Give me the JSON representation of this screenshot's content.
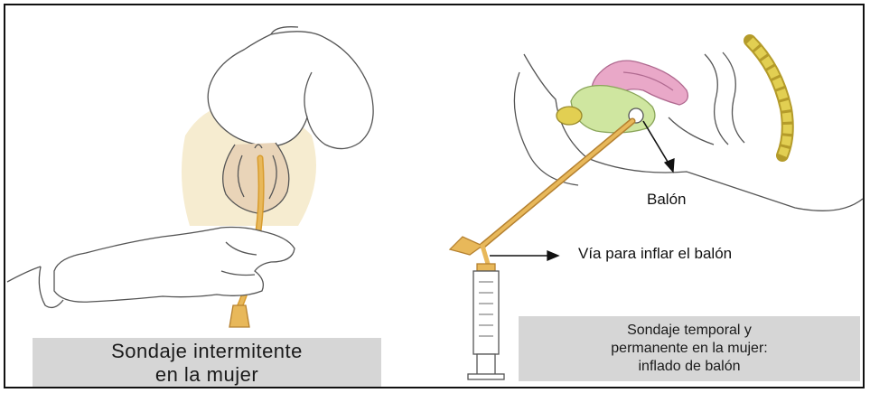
{
  "captions": {
    "left": [
      "Sondaje intermitente",
      "en la mujer"
    ],
    "right": [
      "Sondaje temporal y",
      "permanente en la mujer:",
      "inflado de balón"
    ]
  },
  "labels": {
    "balloon": "Balón",
    "inflation_port": "Vía para inflar el balón"
  },
  "colors": {
    "catheter": "#e8b85a",
    "skin": "#f6ecd0",
    "uterus": "#e9a8c8",
    "bladder": "#cfe6a0",
    "spine": "#e2cf52",
    "caption_bg": "#d6d6d6",
    "line": "#333333"
  }
}
